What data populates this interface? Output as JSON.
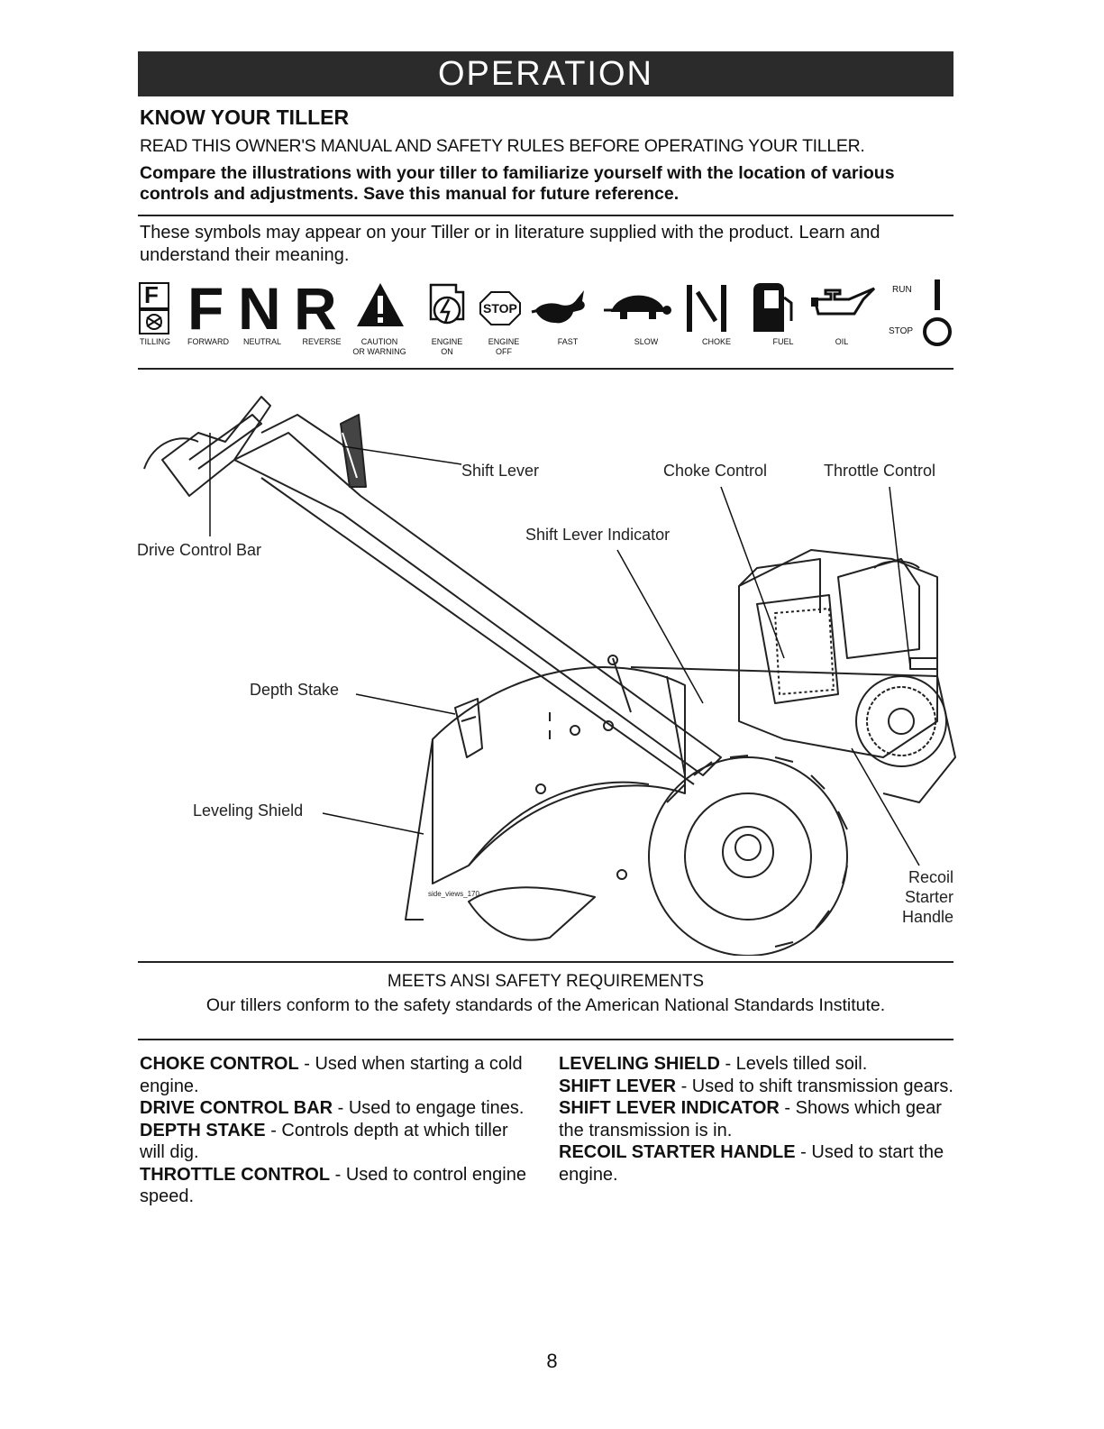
{
  "banner": {
    "title": "OPERATION"
  },
  "section": {
    "title": "KNOW YOUR TILLER",
    "caps_line": "READ THIS OWNER'S MANUAL AND SAFETY RULES BEFORE OPERATING YOUR TILLER.",
    "bold_intro": "Compare the illustrations with your tiller to familiarize yourself with the location of various controls and adjustments. Save this manual for future reference.",
    "symbols_intro": "These symbols may appear on your Tiller or in literature supplied with the product. Learn and understand their meaning."
  },
  "symbols": {
    "letters": {
      "f_box": "F",
      "forward": "F",
      "neutral": "N",
      "reverse": "R",
      "stop_sign": "STOP"
    },
    "run_label": "RUN",
    "stop_label": "STOP",
    "labels": {
      "tilling": "TILLING",
      "forward": "FORWARD",
      "neutral": "NEUTRAL",
      "reverse": "REVERSE",
      "caution": "CAUTION",
      "or_warning": "OR WARNING",
      "engine_on_1": "ENGINE",
      "engine_on_2": "ON",
      "engine_off_1": "ENGINE",
      "engine_off_2": "OFF",
      "fast": "FAST",
      "slow": "SLOW",
      "choke": "CHOKE",
      "fuel": "FUEL",
      "oil": "OIL"
    }
  },
  "diagram": {
    "callouts": {
      "shift_lever": "Shift Lever",
      "choke_control": "Choke Control",
      "throttle_control": "Throttle Control",
      "shift_lever_indicator": "Shift Lever Indicator",
      "drive_control_bar": "Drive Control Bar",
      "depth_stake": "Depth Stake",
      "leveling_shield": "Leveling Shield",
      "recoil_1": "Recoil",
      "recoil_2": "Starter",
      "recoil_3": "Handle"
    },
    "file_label": "side_views_170"
  },
  "ansi": {
    "title": "MEETS ANSI SAFETY REQUIREMENTS",
    "text": "Our tillers conform to the safety standards of the American National Standards Institute."
  },
  "definitions": {
    "left": [
      {
        "term": "CHOKE CONTROL",
        "desc": " - Used when starting a cold engine."
      },
      {
        "term": "DRIVE CONTROL BAR",
        "desc": " - Used to engage tines."
      },
      {
        "term": "DEPTH STAKE",
        "desc": " - Controls depth at which tiller will dig."
      },
      {
        "term": "THROTTLE CONTROL",
        "desc": " - Used to control engine speed."
      }
    ],
    "right": [
      {
        "term": "LEVELING SHIELD",
        "desc": " - Levels tilled soil."
      },
      {
        "term": "SHIFT LEVER",
        "desc": " - Used to shift transmission gears."
      },
      {
        "term": "SHIFT LEVER INDICATOR",
        "desc": " - Shows which gear the transmission is in."
      },
      {
        "term": "RECOIL STARTER HANDLE",
        "desc": " - Used to start the engine."
      }
    ]
  },
  "page_number": "8"
}
